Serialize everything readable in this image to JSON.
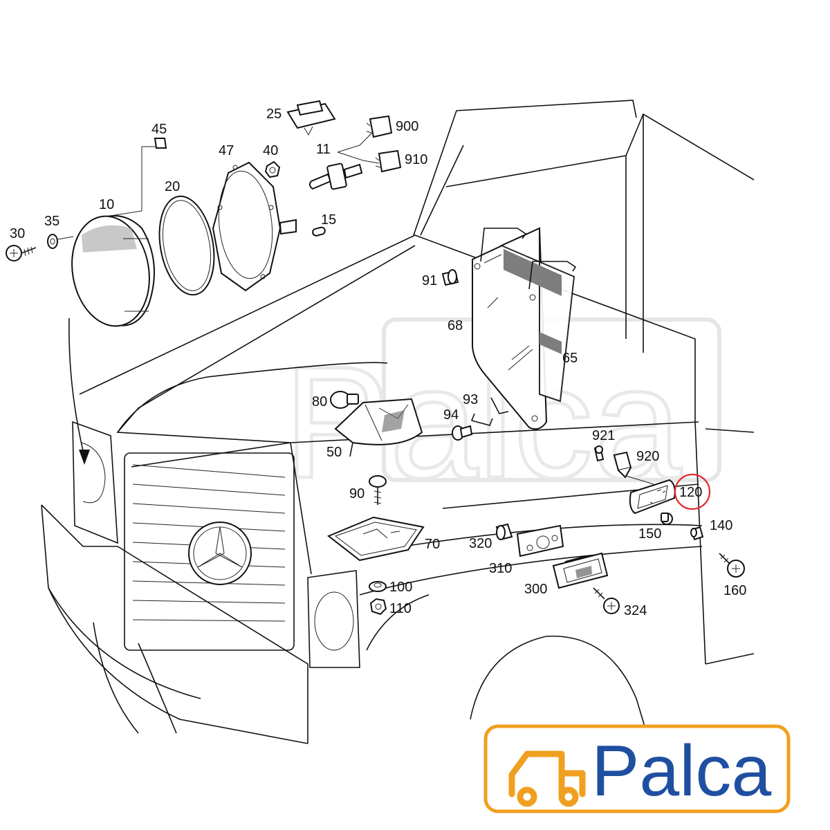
{
  "diagram": {
    "labels": {
      "l10": "10",
      "l11": "11",
      "l15": "15",
      "l20": "20",
      "l25": "25",
      "l30": "30",
      "l35": "35",
      "l40": "40",
      "l45": "45",
      "l47": "47",
      "l50": "50",
      "l65": "65",
      "l68": "68",
      "l70": "70",
      "l80": "80",
      "l90": "90",
      "l91": "91",
      "l93": "93",
      "l94": "94",
      "l100": "100",
      "l110": "110",
      "l120": "120",
      "l140": "140",
      "l150": "150",
      "l160": "160",
      "l300": "300",
      "l310": "310",
      "l320": "320",
      "l324": "324",
      "l900": "900",
      "l910": "910",
      "l920": "920",
      "l921": "921"
    },
    "highlighted_part": "120",
    "highlight_color": "#e0282e"
  },
  "watermark": {
    "text": "Palca"
  },
  "logo": {
    "text": "Palca",
    "brand_color": "#1f4fa0",
    "accent_color": "#f0a020"
  }
}
